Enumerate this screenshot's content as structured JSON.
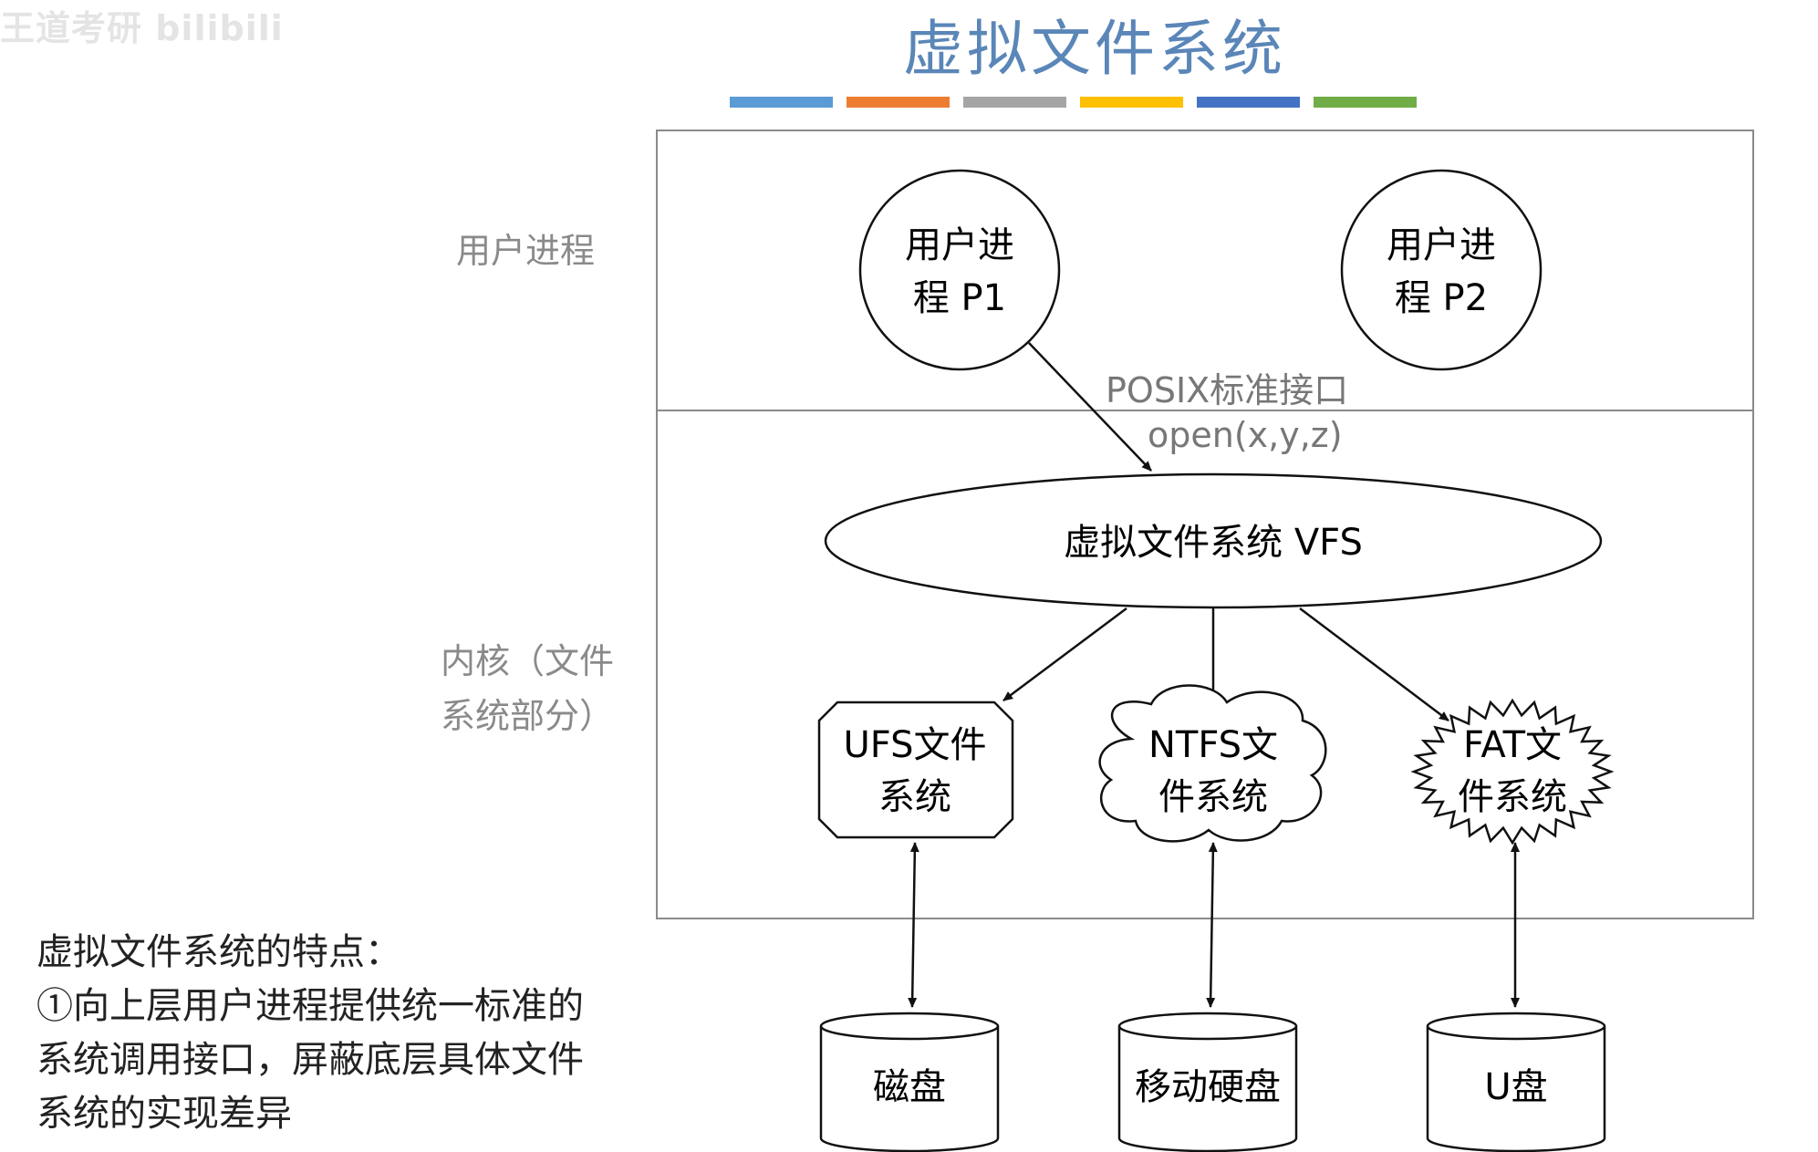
{
  "watermark": "王道考研  bilibili",
  "title": "虚拟文件系统",
  "colors": {
    "title": "#5a86b8",
    "bar_colors": [
      "#5b9bd5",
      "#ed7d31",
      "#a5a5a5",
      "#ffc000",
      "#4472c4",
      "#70ad47"
    ]
  },
  "side_labels": {
    "user": "用户进程",
    "kernel_line1": "内核（文件",
    "kernel_line2": "系统部分）"
  },
  "interface": {
    "label": "POSIX标准接口",
    "call": "open(x,y,z)"
  },
  "processes": [
    {
      "line1": "用户进",
      "line2": "程 P1"
    },
    {
      "line1": "用户进",
      "line2": "程 P2"
    }
  ],
  "vfs": {
    "label": "虚拟文件系统 VFS"
  },
  "filesystems": [
    {
      "line1": "UFS文件",
      "line2": "系统",
      "shape": "octagon"
    },
    {
      "line1": "NTFS文",
      "line2": "件系统",
      "shape": "cloud"
    },
    {
      "line1": "FAT文",
      "line2": "件系统",
      "shape": "burst"
    }
  ],
  "devices": [
    {
      "label": "磁盘"
    },
    {
      "label": "移动硬盘"
    },
    {
      "label": "U盘"
    }
  ],
  "notes": {
    "heading": "虚拟文件系统的特点：",
    "lines": [
      "①向上层用户进程提供统一标准的",
      "系统调用接口，屏蔽底层具体文件",
      "系统的实现差异"
    ]
  }
}
